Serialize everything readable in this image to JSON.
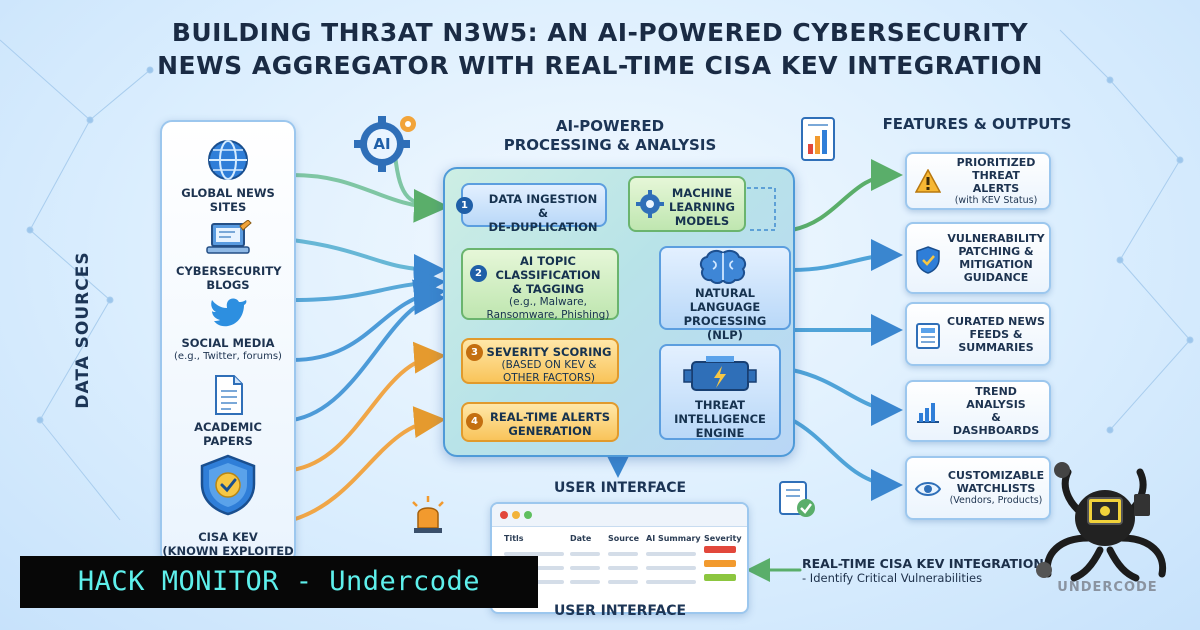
{
  "title_line1": "BUILDING THR3AT N3W5: AN AI-POWERED CYBERSECURITY",
  "title_line2": "NEWS AGGREGATOR WITH REAL-TIME CISA KEV INTEGRATION",
  "data_sources": {
    "heading": "DATA SOURCES",
    "items": [
      {
        "label": "GLOBAL NEWS SITES",
        "icon": "globe-icon"
      },
      {
        "label": "CYBERSECURITY BLOGS",
        "icon": "laptop-edit-icon"
      },
      {
        "label": "SOCIAL MEDIA",
        "sub": "(e.g., Twitter, forums)",
        "icon": "bird-icon"
      },
      {
        "label": "ACADEMIC PAPERS",
        "icon": "document-icon"
      },
      {
        "label": "CISA KEV",
        "sub": "(KNOWN EXPLOITED",
        "icon": "shield-check-icon"
      }
    ]
  },
  "processing": {
    "heading_line1": "AI-POWERED",
    "heading_line2": "PROCESSING & ANALYSIS",
    "ai_badge": "AI",
    "steps": [
      {
        "num": "1",
        "line1": "DATA INGESTION &",
        "line2": "DE-DUPLICATION"
      },
      {
        "num": "2",
        "line1": "AI TOPIC",
        "line2": "CLASSIFICATION",
        "line3": "& TAGGING",
        "sub1": "(e.g., Malware,",
        "sub2": "Ransomware, Phishing)"
      },
      {
        "num": "3",
        "line1": "SEVERITY SCORING",
        "sub1": "(BASED ON KEV &",
        "sub2": "OTHER FACTORS)"
      },
      {
        "num": "4",
        "line1": "REAL-TIME ALERTS",
        "line2": "GENERATION"
      }
    ],
    "modules": [
      {
        "line1": "MACHINE",
        "line2": "LEARNING",
        "line3": "MODELS"
      },
      {
        "line1": "NATURAL",
        "line2": "LANGUAGE",
        "line3": "PROCESSING (NLP)"
      },
      {
        "line1": "THREAT",
        "line2": "INTELLIGENCE",
        "line3": "ENGINE"
      }
    ]
  },
  "outputs": {
    "heading": "FEATURES & OUTPUTS",
    "items": [
      {
        "line1": "PRIORITIZED",
        "line2": "THREAT ALERTS",
        "sub": "(with KEV Status)",
        "icon": "warning-icon"
      },
      {
        "line1": "VULNERABILITY",
        "line2": "PATCHING &",
        "line3": "MITIGATION",
        "line4": "GUIDANCE",
        "icon": "shield-icon"
      },
      {
        "line1": "CURATED NEWS",
        "line2": "FEEDS &",
        "line3": "SUMMARIES",
        "icon": "news-feed-icon"
      },
      {
        "line1": "TREND ANALYSIS",
        "line2": "& DASHBOARDS",
        "icon": "bar-chart-icon"
      },
      {
        "line1": "CUSTOMIZABLE",
        "line2": "WATCHLISTS",
        "sub": "(Vendors, Products)",
        "icon": "eye-icon"
      }
    ]
  },
  "ui": {
    "heading_top": "USER INTERFACE",
    "heading_bottom": "USER INTERFACE",
    "columns": [
      "Titls",
      "Date",
      "Source",
      "AI Summary",
      "Severity"
    ],
    "severity_colors": [
      "#e2473b",
      "#f29a2e",
      "#8cc63f"
    ]
  },
  "kev_note": {
    "title": "REAL-TIME CISA KEV INTEGRATION",
    "sub": "- Identify Critical Vulnerabilities"
  },
  "banner": "HACK MONITOR - Undercode",
  "brand": "UNDERCODE",
  "colors": {
    "accent": "#1f5fa8",
    "green": "#6ab46e",
    "orange": "#e19a2c",
    "banner_text": "#5ef0ec"
  }
}
